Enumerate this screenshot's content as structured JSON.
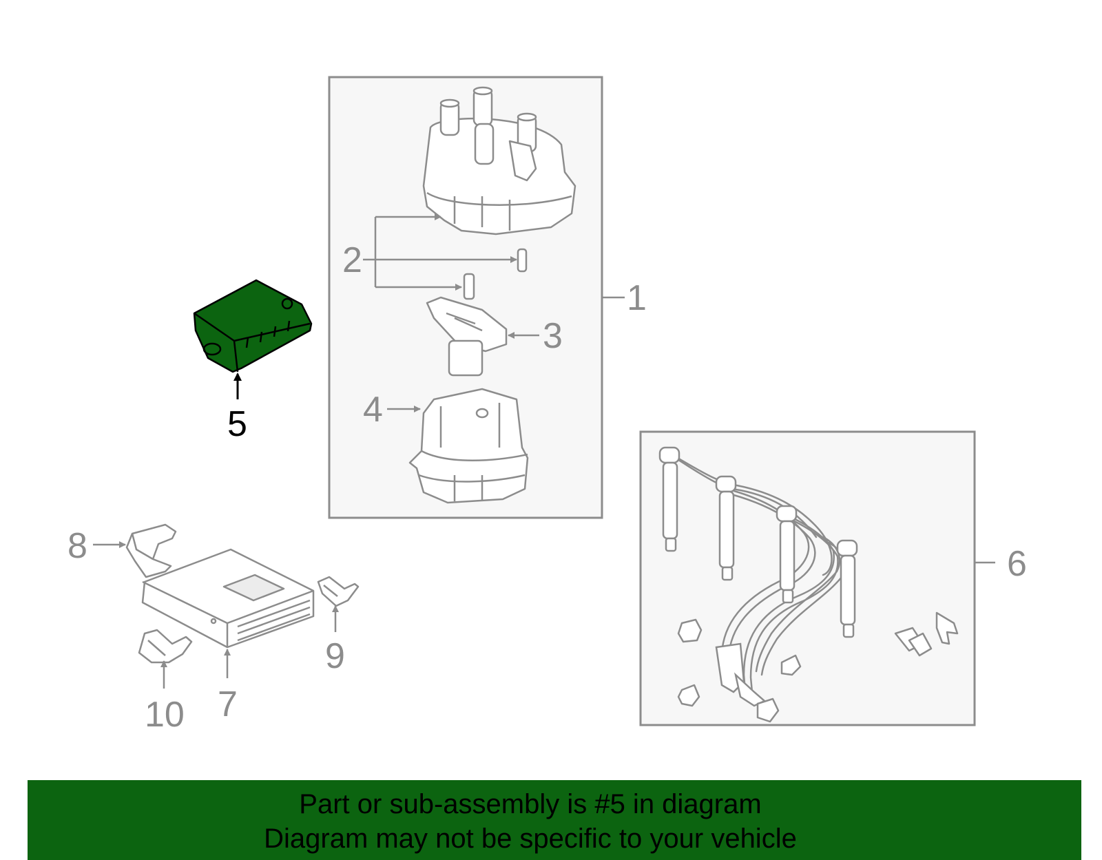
{
  "diagram": {
    "callouts": {
      "c1": "1",
      "c2": "2",
      "c3": "3",
      "c4": "4",
      "c5": "5",
      "c6": "6",
      "c7": "7",
      "c8": "8",
      "c9": "9",
      "c10": "10"
    },
    "colors": {
      "line": "#8c8c8c",
      "panel_fill": "#f7f7f7",
      "highlight_fill": "#0c6410",
      "highlight_text": "#000000"
    }
  },
  "banner": {
    "line1": "Part or sub-assembly is #5 in diagram",
    "line2": "Diagram may not be specific to your vehicle",
    "color": "#0c6410"
  }
}
